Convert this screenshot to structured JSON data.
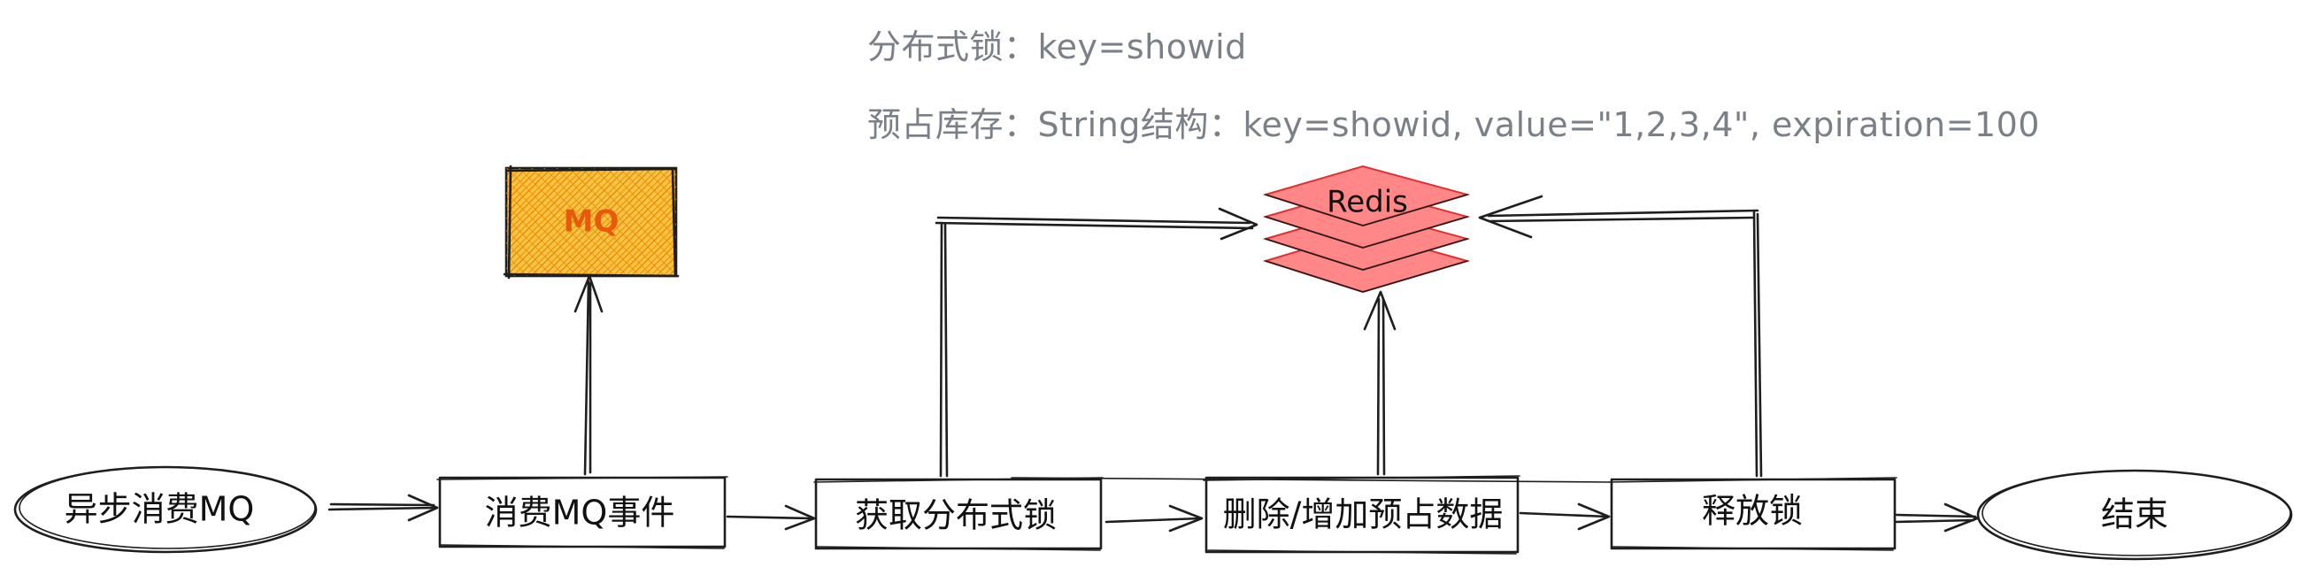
{
  "notes": {
    "lock": "分布式锁：key=showid",
    "stock": "预占库存：String结构：key=showid, value=\"1,2,3,4\", expiration=100"
  },
  "nodes": {
    "start": "异步消费MQ",
    "consume": "消费MQ事件",
    "acquire": "获取分布式锁",
    "modify": "删除/增加预占数据",
    "release": "释放锁",
    "end": "结束",
    "mq": "MQ",
    "redis": "Redis"
  },
  "colors": {
    "mq_fill": "#f6c343",
    "mq_hatch": "#f08c00",
    "mq_text": "#e8590c",
    "redis_fill": "#ff8787",
    "redis_stroke": "#e03131",
    "note_text": "#7b8088"
  }
}
